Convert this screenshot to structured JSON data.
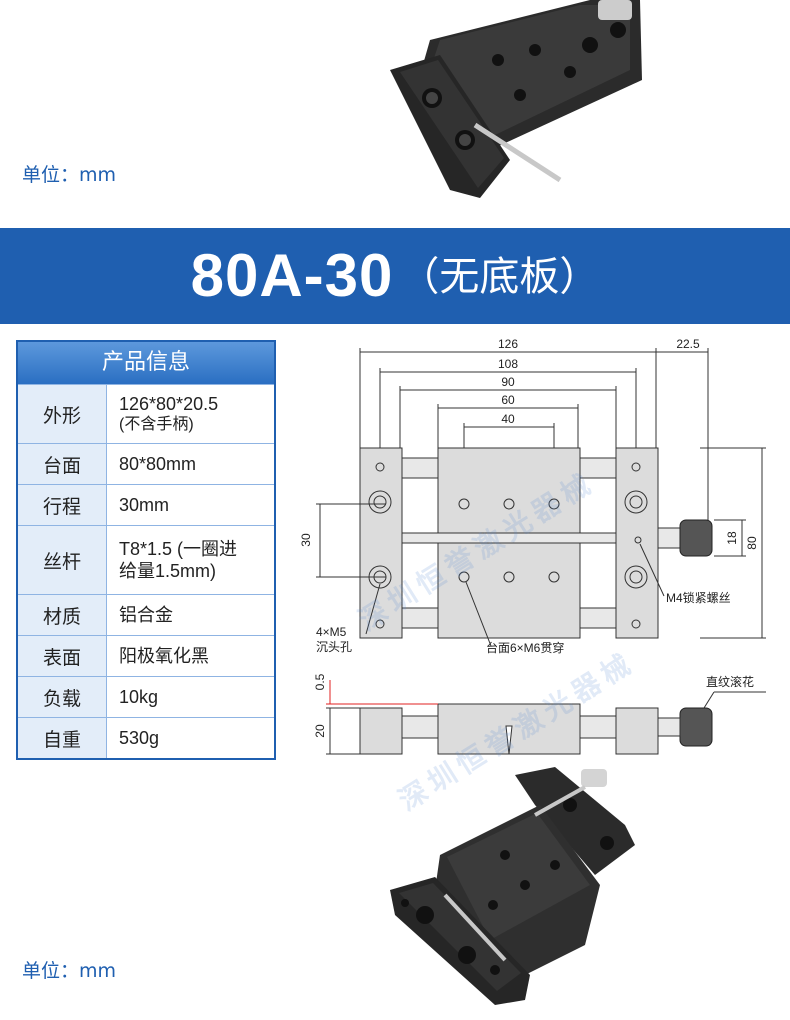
{
  "top": {
    "unit_label": "单位：mm"
  },
  "banner": {
    "model": "80A-30",
    "subtitle": "（无底板）"
  },
  "spec": {
    "title": "产品信息",
    "rows": [
      {
        "key": "外形",
        "value": "126*80*20.5",
        "note": "(不含手柄)"
      },
      {
        "key": "台面",
        "value": "80*80mm",
        "note": ""
      },
      {
        "key": "行程",
        "value": "30mm",
        "note": ""
      },
      {
        "key": "丝杆",
        "value": "T8*1.5 (一圈进",
        "note": "给量1.5mm)"
      },
      {
        "key": "材质",
        "value": "铝合金",
        "note": ""
      },
      {
        "key": "表面",
        "value": "阳极氧化黑",
        "note": ""
      },
      {
        "key": "负载",
        "value": "10kg",
        "note": ""
      },
      {
        "key": "自重",
        "value": "530g",
        "note": ""
      }
    ]
  },
  "drawing": {
    "dims": {
      "d126": "126",
      "d108": "108",
      "d90": "90",
      "d60": "60",
      "d40": "40",
      "d22_5": "22.5",
      "d30": "30",
      "d18": "18",
      "d80": "80",
      "d0_5": "0.5",
      "d20": "20"
    },
    "labels": {
      "m5": "4×M5",
      "m5_sub": "沉头孔",
      "m6": "台面6×M6贯穿",
      "m4": "M4锁紧螺丝",
      "knurl": "直纹滚花"
    }
  },
  "watermark": "深圳恒誉激光器械",
  "bottom": {
    "unit_label": "单位：mm"
  }
}
